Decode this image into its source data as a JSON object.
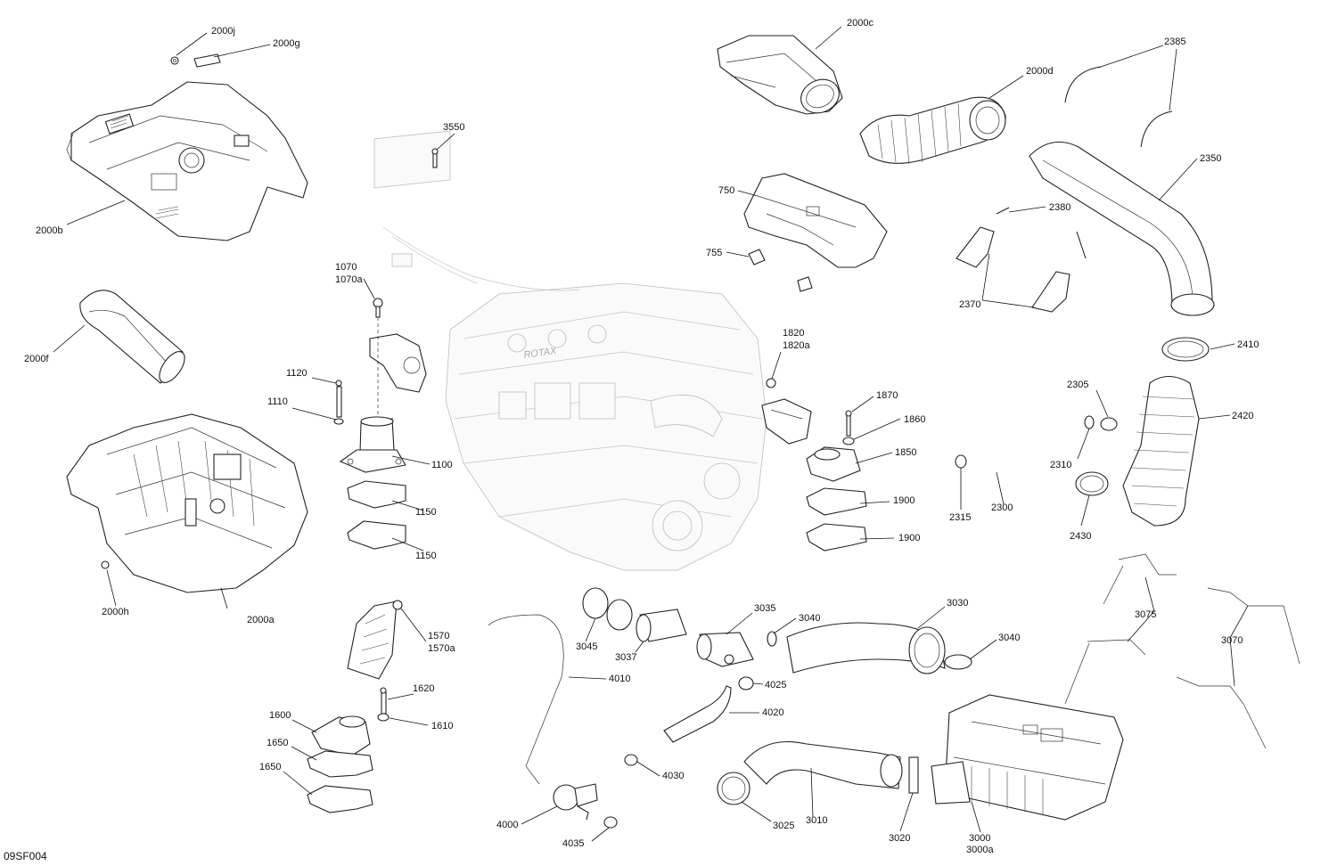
{
  "figure_code": "09SF004",
  "callouts": {
    "c2000j": "2000j",
    "c2000g": "2000g",
    "c2000b": "2000b",
    "c2000f": "2000f",
    "c2000a": "2000a",
    "c2000h": "2000h",
    "c3550": "3550",
    "c1070": "1070",
    "c1070a": "1070a",
    "c1120": "1120",
    "c1110": "1110",
    "c1100": "1100",
    "c1150a": "1150",
    "c1150b": "1150",
    "c1570": "1570",
    "c1570a": "1570a",
    "c1620": "1620",
    "c1600": "1600",
    "c1610": "1610",
    "c1650a": "1650",
    "c1650b": "1650",
    "c2000c": "2000c",
    "c2000d": "2000d",
    "c750": "750",
    "c755": "755",
    "c1820": "1820",
    "c1820a": "1820a",
    "c1870": "1870",
    "c1860": "1860",
    "c1850": "1850",
    "c1900a": "1900",
    "c1900b": "1900",
    "c2385": "2385",
    "c2350": "2350",
    "c2380": "2380",
    "c2370": "2370",
    "c2410": "2410",
    "c2305": "2305",
    "c2420": "2420",
    "c2310": "2310",
    "c2315": "2315",
    "c2300": "2300",
    "c2430": "2430",
    "c3035": "3035",
    "c3040a": "3040",
    "c3030": "3030",
    "c3040b": "3040",
    "c3045": "3045",
    "c3037": "3037",
    "c4010": "4010",
    "c4025": "4025",
    "c4020": "4020",
    "c4030": "4030",
    "c4000": "4000",
    "c4035": "4035",
    "c3025": "3025",
    "c3010": "3010",
    "c3020": "3020",
    "c3000": "3000",
    "c3000a": "3000a",
    "c3075": "3075",
    "c3070": "3070"
  },
  "engine_badge": "ROTAX"
}
